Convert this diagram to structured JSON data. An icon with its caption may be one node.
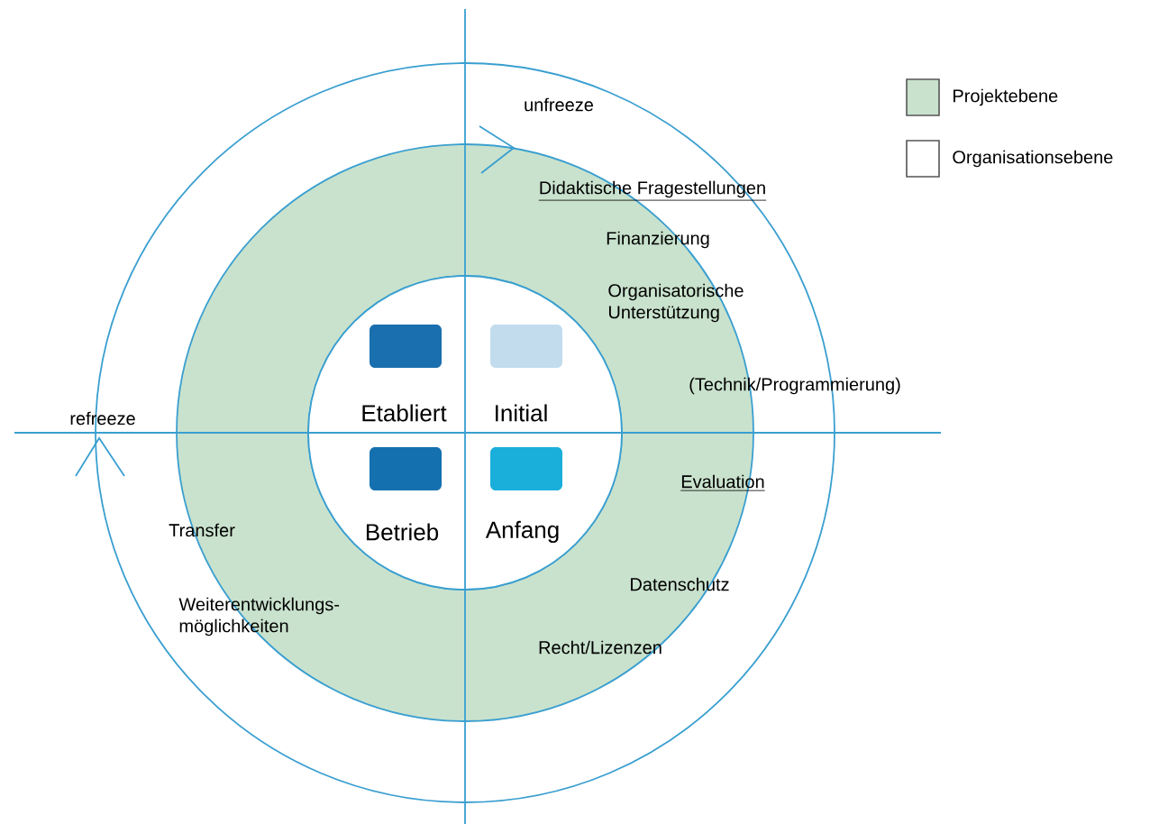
{
  "diagram": {
    "nodes": [
      {
        "text": [
          "Etabliert"
        ]
      },
      {
        "text": [
          "Initial"
        ]
      },
      {
        "text": [
          "Betrieb"
        ]
      },
      {
        "text": [
          "Anfang"
        ]
      }
    ],
    "edges": [],
    "labels": [
      "unfreeze",
      "Didaktische Fragestellungen",
      "Finanzierung",
      "Organisatorische Unterstützung",
      "(Technik/Programmierung)",
      "Evaluation",
      "Datenschutz",
      "Recht/Lizenzen",
      "refreeze",
      "Transfer",
      "Weiterentwicklungs- möglichkeiten"
    ],
    "legend": [
      {
        "text": "Projektebene",
        "color": "#c9e2cd"
      },
      {
        "text": "Organisationsebene"
      }
    ]
  }
}
